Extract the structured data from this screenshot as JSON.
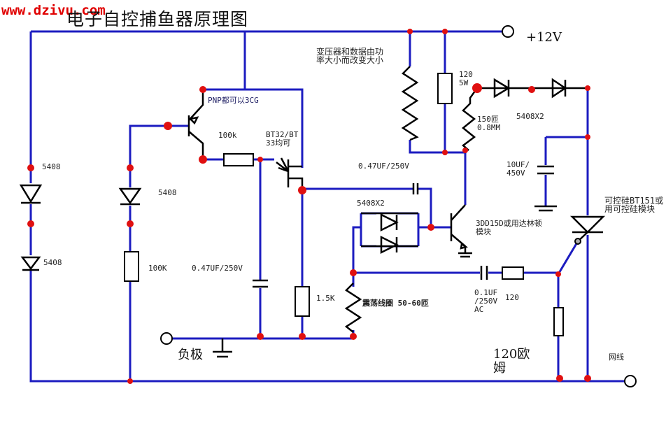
{
  "watermark": "www.dzivu.com",
  "title": "电子自控捕鱼器原理图",
  "colors": {
    "wire": "#1c1cc0",
    "node": "#e01010",
    "component": "#000000",
    "watermark": "#e00000"
  },
  "labels": {
    "supply": "+12V",
    "negative": "负极",
    "mains": "网线",
    "transformer_note": "变压器和数据由功\n率大小而改变大小",
    "diode_left_1": "5408",
    "diode_left_2": "5408",
    "diode_mid": "5408",
    "res_100K": "100K",
    "pnp_note": "PNP都可以3CG",
    "res_100k": "100k",
    "bt_note": "BT32/BT\n33均可",
    "cap_047_a": "0.47UF/250V",
    "cap_047_b": "0.47UF/250V",
    "res_1_5K": "1.5K",
    "coil": "震荡线圈 50-60匝",
    "diode_pair": "5408X2",
    "npn_note": "3DD15D或用达林顿\n模块",
    "res_120_5W": "120\n5W",
    "coil_150": "150匝\n0.8MM",
    "diode_series": "5408X2",
    "cap_10uf": "10UF/\n450V",
    "scr_note": "可控硅BT151或\n用可控硅模块",
    "cap_01uf": "0.1UF\n/250V\nAC",
    "res_120": "120",
    "res_120_ohm": "120欧\n姆"
  }
}
